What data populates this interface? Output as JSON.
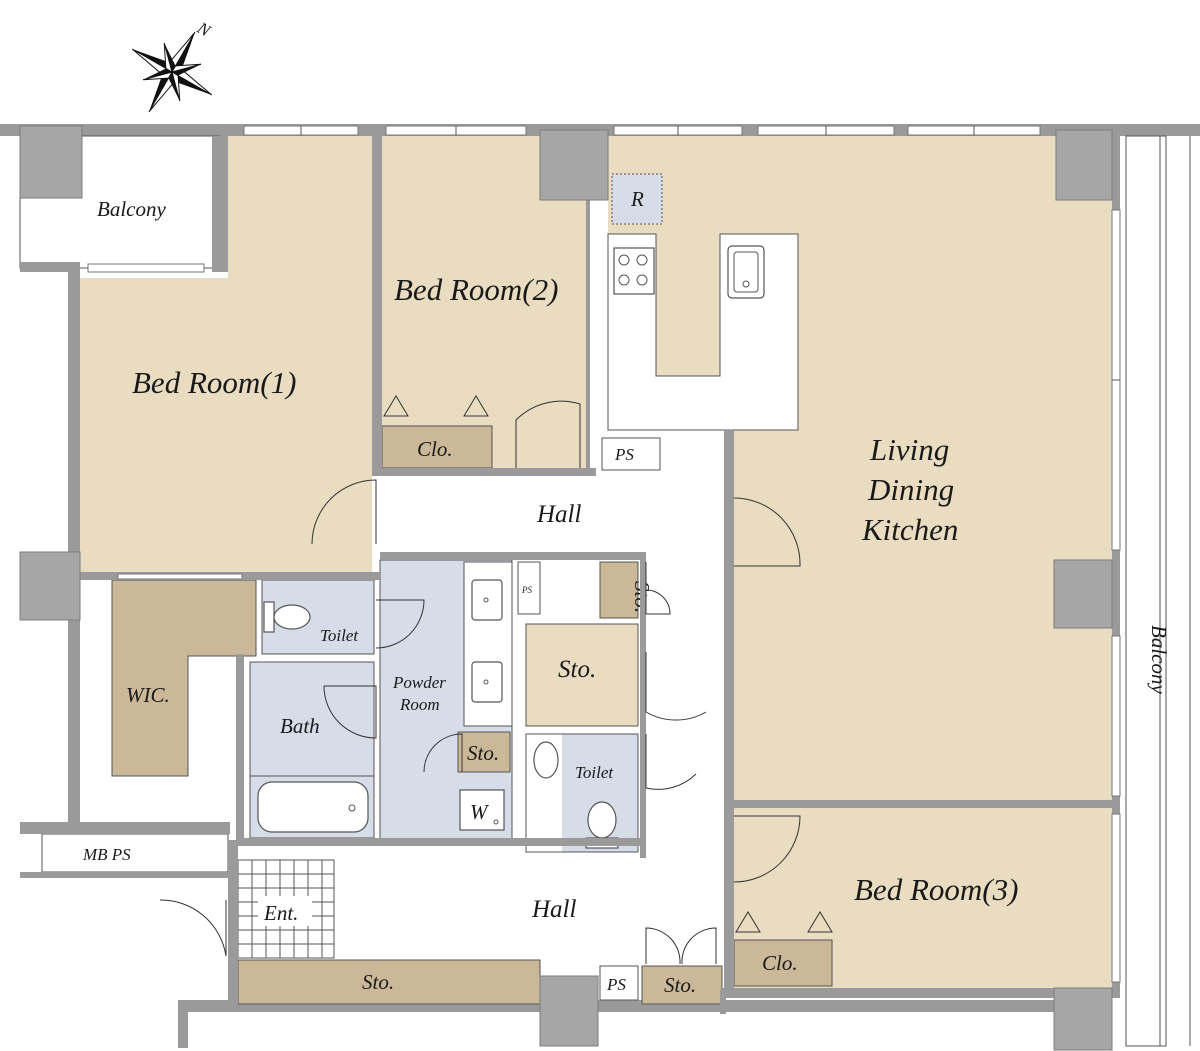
{
  "compass": {
    "north_label": "N"
  },
  "rooms": {
    "balcony_top": "Balcony",
    "balcony_right": "Balcony",
    "bedroom1": "Bed Room(1)",
    "bedroom2": "Bed Room(2)",
    "bedroom3": "Bed Room(3)",
    "ldk_line1": "Living",
    "ldk_line2": "Dining",
    "ldk_line3": "Kitchen",
    "refrigerator": "R",
    "ps_kitchen": "PS",
    "clo_bedroom2": "Clo.",
    "hall_upper": "Hall",
    "sto_small_rotated": "Sto.",
    "ps_small": "PS",
    "toilet_left": "Toilet",
    "wic": "WIC.",
    "bath": "Bath",
    "powder_line1": "Powder",
    "powder_line2": "Room",
    "sto_center": "Sto.",
    "sto_small_center": "Sto.",
    "toilet_center": "Toilet",
    "washer": "W",
    "mb_ps": "MB PS",
    "entrance": "Ent.",
    "hall_lower": "Hall",
    "sto_bottom_long": "Sto.",
    "ps_bottom": "PS",
    "sto_bottom_small": "Sto.",
    "clo_bedroom3": "Clo."
  }
}
